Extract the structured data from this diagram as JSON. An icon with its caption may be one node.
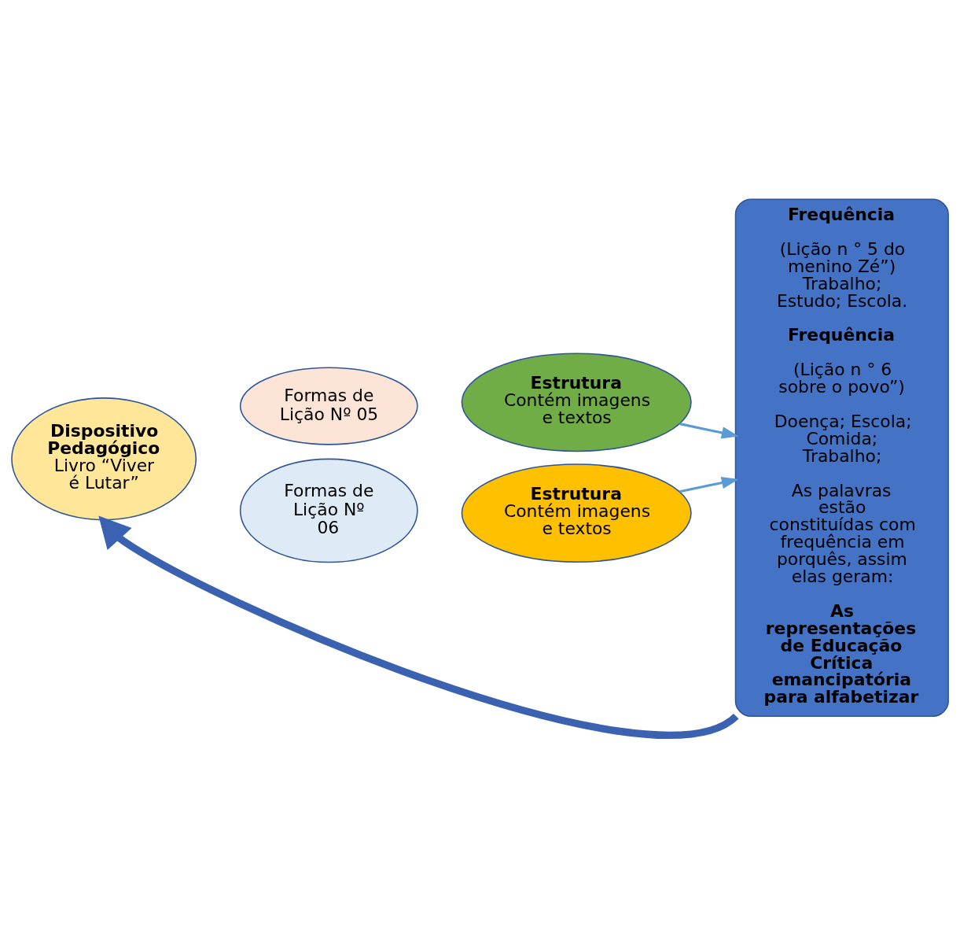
{
  "diagram": {
    "nodes": [
      {
        "text": [
          "Formas de Lição Nº 05"
        ]
      },
      {
        "text": [
          "Estrutura",
          "Contém imagens e textos"
        ]
      },
      {
        "text": [
          "Dispositivo Pedagógico",
          "Livro “Viver é Lutar”"
        ]
      },
      {
        "text": [
          "Formas de Lição Nº 06"
        ]
      },
      {
        "text": [
          "Estrutura",
          "Contém imagens e textos"
        ]
      },
      {
        "text": [
          "Frequência",
          "(Lição n ° 5 do menino Zé”) Trabalho; Estudo; Escola.",
          "Frequência",
          "(Lição n ° 6 sobre o povo”)",
          "Doença; Escola; Comida; Trabalho;",
          "As palavras estão constituídas com frequência em porquês, assim elas geram:",
          "As representações de Educação Crítica emancipatória para alfabetizar"
        ]
      }
    ],
    "edges": [
      {
        "from": 1,
        "to": 5,
        "arrow": "to"
      },
      {
        "from": 4,
        "to": 5,
        "arrow": "to"
      },
      {
        "from": 5,
        "to": 2,
        "arrow": "to",
        "style": "thick",
        "color": "#3a62b0"
      }
    ]
  }
}
